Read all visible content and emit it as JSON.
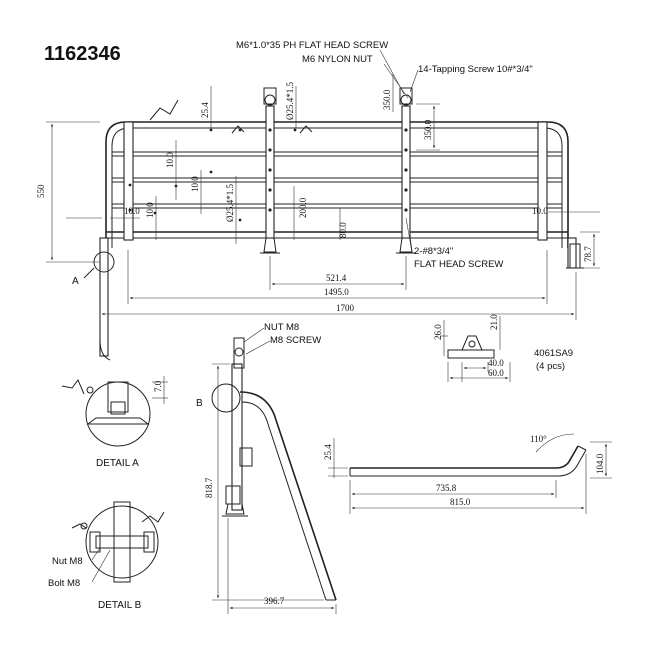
{
  "part_number": "1162346",
  "callouts": {
    "screw_m6": "M6*1.0*35 PH FLAT HEAD SCREW",
    "nut_m6": "M6 NYLON NUT",
    "tapping_screw": "14-Tapping Screw 10#*3/4\"",
    "flat_screw_1": "2-#8*3/4\"",
    "flat_screw_2": "FLAT HEAD SCREW",
    "nut_m8": "NUT M8",
    "screw_m8": "M8 SCREW",
    "bracket_code": "4061SA9",
    "bracket_qty": "(4 pcs)",
    "marker_a": "A",
    "marker_b": "B"
  },
  "details": {
    "detail_a": "DETAIL A",
    "detail_b": "DETAIL B",
    "nut_label": "Nut M8",
    "bolt_label": "Bolt M8"
  },
  "dimensions": {
    "height_550": "550",
    "d_25_4_top": "25.4",
    "d_phi25_4": "Ø25.4*1.5",
    "d_350_left": "350.0",
    "d_350_right": "350.0",
    "d_10_a": "10.0",
    "d_10_b": "10.0",
    "d_10_c": "10.0",
    "d_10_right": "10.0",
    "d_phi25_4b": "Ø25.4*1.5",
    "d_200": "200.0",
    "d_80": "80.0",
    "d_78_7": "78.7",
    "d_521_4": "521.4",
    "d_1495": "1495.0",
    "d_1700": "1700",
    "d_26": "26.0",
    "d_21": "21.0",
    "d_40": "40.0",
    "d_60": "60.0",
    "d_7": "7.0",
    "d_818_7": "818.7",
    "d_396_7": "396.7",
    "d_25_4_side": "25.4",
    "d_735_8": "735.8",
    "d_815": "815.0",
    "d_104": "104.0",
    "angle_110": "110°"
  }
}
